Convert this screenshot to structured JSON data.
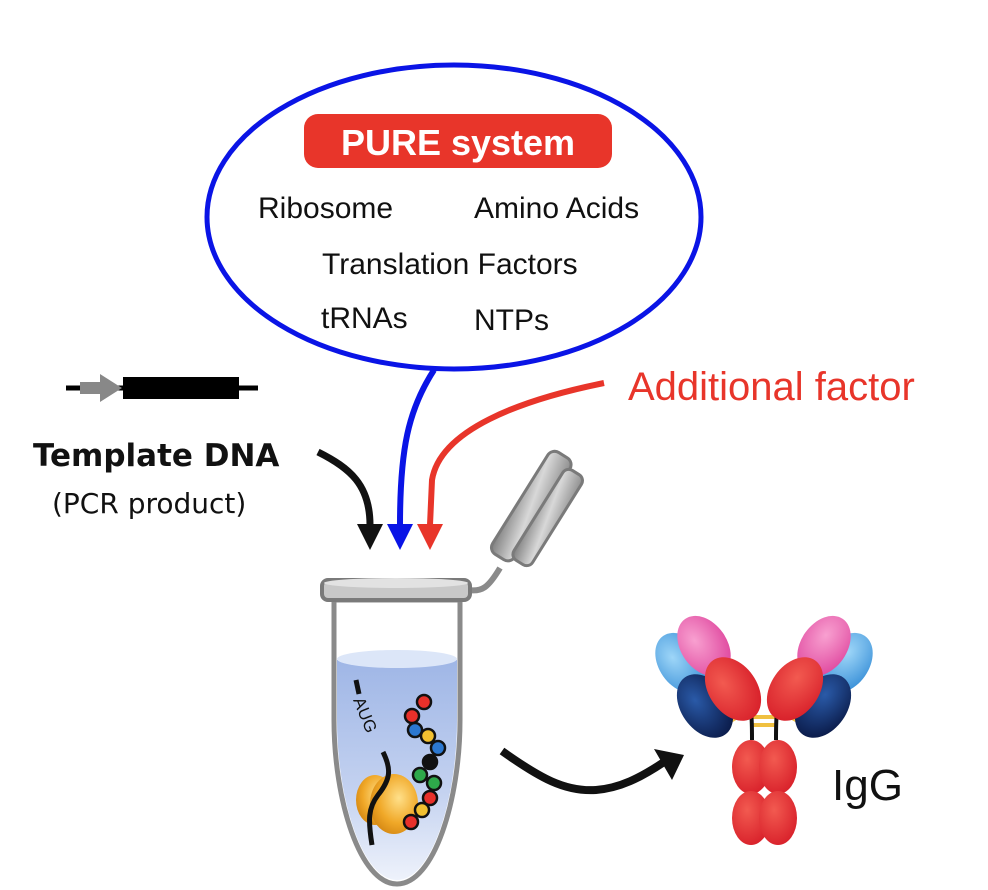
{
  "figure": {
    "pure_system": {
      "title": "PURE system",
      "components": {
        "ribosome": "Ribosome",
        "amino_acids": "Amino Acids",
        "translation_factors": "Translation Factors",
        "trnas": "tRNAs",
        "ntps": "NTPs"
      }
    },
    "additional_factor": "Additional factor",
    "template": {
      "title": "Template DNA",
      "subtitle": "(PCR product)"
    },
    "tube": {
      "mrna_label": "AUG",
      "peptide_beads": [
        "red",
        "red",
        "blue",
        "yellow",
        "blue",
        "black",
        "green",
        "green",
        "red",
        "yellow",
        "red"
      ]
    },
    "product": {
      "label": "IgG"
    }
  },
  "colors": {
    "pure_blue": "#0A14E6",
    "additional_red": "#E8352A",
    "template_black": "#111111",
    "ribosome_gold": "#E8A020",
    "liquid_blue": "#B8C8EC",
    "tube_gray": "#8A8A8A",
    "bead": {
      "red": "#E8302A",
      "blue": "#2C78D0",
      "yellow": "#F2C030",
      "black": "#111111",
      "green": "#2EA84A"
    },
    "antibody": {
      "heavy_red": "#E42A30",
      "variable_light": "#4AA8E8",
      "constant_light": "#12306E",
      "variable_heavy": "#EE5CB0",
      "disulfide": "#F0C040"
    }
  }
}
